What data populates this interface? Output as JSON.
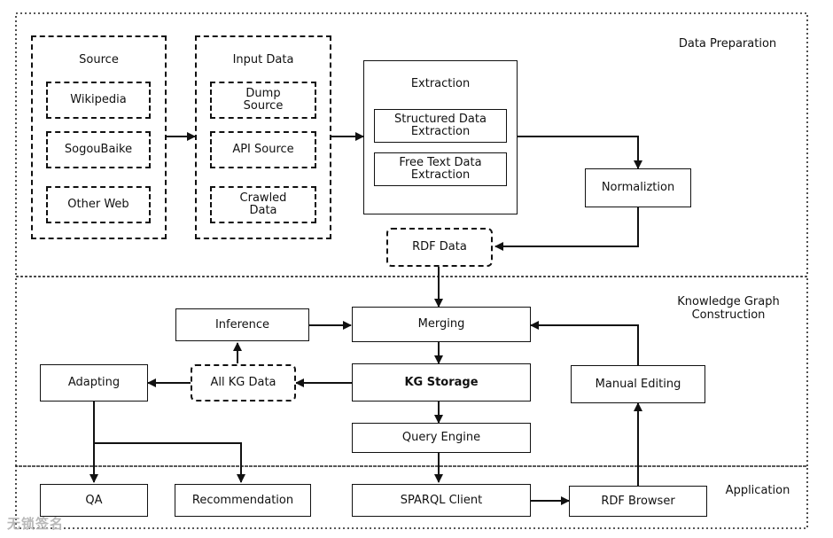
{
  "sections": {
    "data_preparation": "Data Preparation",
    "kg_construction": "Knowledge Graph Construction",
    "application": "Application"
  },
  "source_group": {
    "title": "Source",
    "items": [
      "Wikipedia",
      "SogouBaike",
      "Other Web"
    ]
  },
  "input_group": {
    "title": "Input Data",
    "items": [
      "Dump Source",
      "API Source",
      "Crawled Data"
    ]
  },
  "extraction_group": {
    "title": "Extraction",
    "items": [
      "Structured Data Extraction",
      "Free Text Data Extraction"
    ]
  },
  "nodes": {
    "normalization": "Normaliztion",
    "rdf_data": "RDF Data",
    "inference": "Inference",
    "merging": "Merging",
    "adapting": "Adapting",
    "all_kg_data": "All KG Data",
    "kg_storage": "KG Storage",
    "manual_editing": "Manual Editing",
    "query_engine": "Query Engine",
    "qa": "QA",
    "recommendation": "Recommendation",
    "sparql_client": "SPARQL Client",
    "rdf_browser": "RDF Browser"
  },
  "watermark": "无锁签名"
}
